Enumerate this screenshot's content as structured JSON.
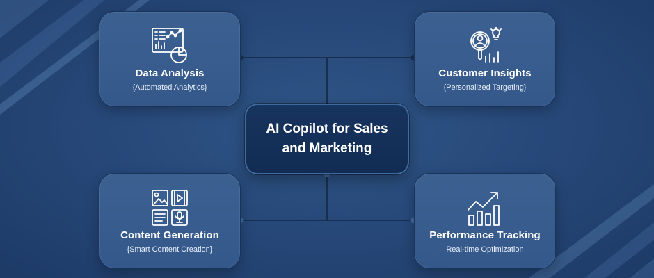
{
  "center": {
    "line1": "AI Copilot for Sales",
    "line2": "and Marketing"
  },
  "cards": {
    "data_analysis": {
      "title": "Data Analysis",
      "subtitle": "{Automated Analytics}",
      "icon": "analytics-dashboard-icon"
    },
    "customer_insights": {
      "title": "Customer Insights",
      "subtitle": "{Personalized Targeting}",
      "icon": "customer-insight-icon"
    },
    "content_generation": {
      "title": "Content Generation",
      "subtitle": "{Smart Content Creation}",
      "icon": "content-media-icon"
    },
    "performance_tracking": {
      "title": "Performance Tracking",
      "subtitle": "Real-time Optimization",
      "icon": "growth-chart-icon"
    }
  },
  "colors": {
    "background": "#27497a",
    "card": "#3a5f8f",
    "center": "#15315a",
    "line": "#1a2f4f"
  }
}
